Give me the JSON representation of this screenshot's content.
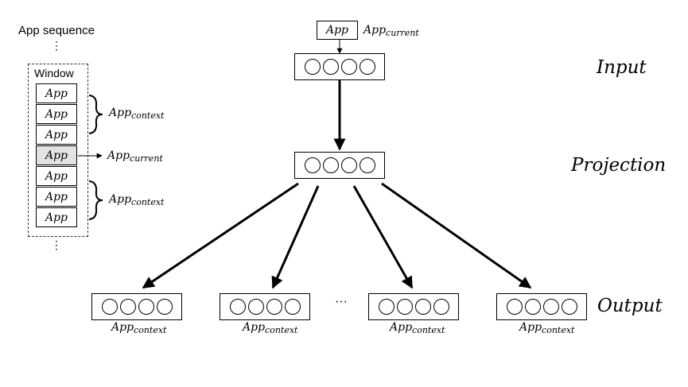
{
  "left_panel": {
    "title": "App sequence",
    "ellipsis_glyph": "⋮",
    "window_label": "Window",
    "cells": [
      "App",
      "App",
      "App",
      "App",
      "App",
      "App",
      "App"
    ],
    "context_label": {
      "base": "App",
      "sub": "context"
    },
    "current_label": {
      "base": "App",
      "sub": "current"
    }
  },
  "network": {
    "input_token": "App",
    "input_token_label": {
      "base": "App",
      "sub": "current"
    },
    "layers": {
      "input": "Input",
      "projection": "Projection",
      "output": "Output"
    },
    "output_label": {
      "base": "App",
      "sub": "context"
    },
    "output_ellipsis": "···"
  }
}
